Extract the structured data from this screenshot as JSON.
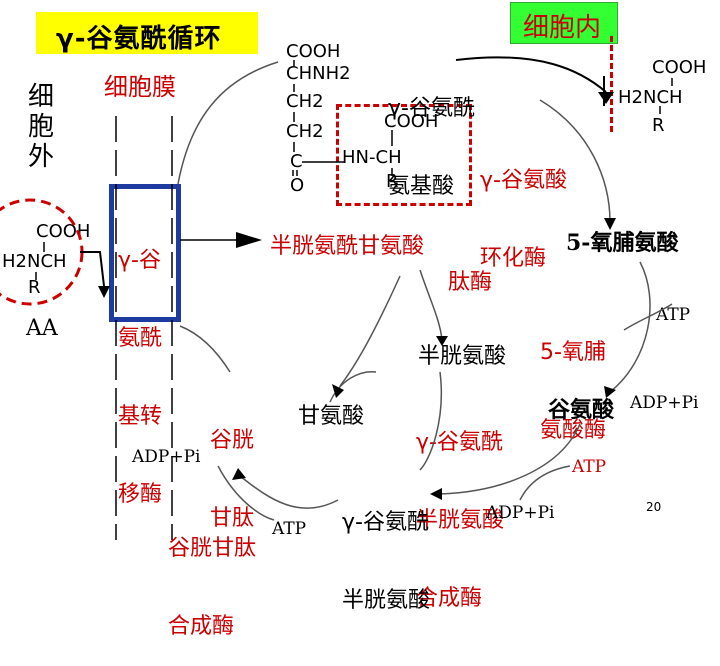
{
  "title": "γ-谷氨酰循环",
  "intracellular": "细胞内",
  "extracellular_label": [
    "细",
    "胞",
    "外"
  ],
  "membrane_label": "细胞膜",
  "aa_label": "AA",
  "aa_structure": {
    "cooh": "COOH",
    "h2nch": "H2NCH",
    "r": "R"
  },
  "gamma_glutamyl_aa_structure": {
    "line1": "COOH",
    "line2": "CHNH2",
    "line3": "CH2",
    "line4": "CH2",
    "line5": "C",
    "line6": "O",
    "sub_cooh": "COOH",
    "sub_hnch": "HN-CH",
    "sub_r": "R"
  },
  "gamma_glutamyl_aa": [
    "γ-谷氨酰",
    "氨基酸"
  ],
  "cyclase": [
    "γ-谷氨酸",
    "环化酶"
  ],
  "right_aa_structure": {
    "cooh": "COOH",
    "h2nch": "H2NCH",
    "r": "R"
  },
  "transferase": [
    "γ-谷",
    "氨酰",
    "基转",
    "移酶"
  ],
  "cysteinylglycine": "半胱氨酰甘氨酸",
  "oxoproline": "5-氧脯氨酸",
  "peptidase": "肽酶",
  "oxoprolinase": [
    "5-氧脯",
    "氨酸酶"
  ],
  "atp_1": "ATP",
  "cysteine": "半胱氨酸",
  "glutathione": [
    "谷胱",
    "甘肽"
  ],
  "glycine": "甘氨酸",
  "gc_synthetase": [
    "γ-谷氨酰",
    "半胱氨酸",
    "合成酶"
  ],
  "glutamate": "谷氨酸",
  "adp_pi_right": "ADP+Pi",
  "adp_pi_left": "ADP+Pi",
  "atp_2": "ATP",
  "gamma_glutamylcysteine": [
    "γ-谷氨酰",
    "半胱氨酸"
  ],
  "gsh_synthetase": [
    "谷胱甘肽",
    "合成酶"
  ],
  "atp_3": "ATP",
  "adp_pi_bottom": "ADP+Pi",
  "page_number": "20",
  "colors": {
    "title_bg": "#ffff00",
    "intra_bg": "#33ff33",
    "enzyme_red": "#cc0000",
    "transferase_box": "#1d3ba0"
  }
}
